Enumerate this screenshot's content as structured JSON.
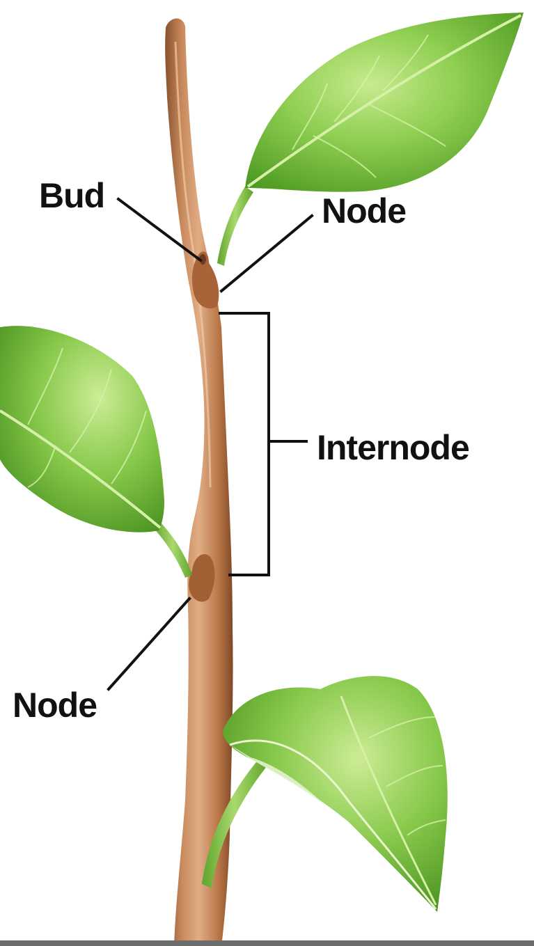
{
  "labels": {
    "bud": "Bud",
    "node_upper": "Node",
    "internode": "Internode",
    "node_lower": "Node"
  },
  "colors": {
    "background": "#ffffff",
    "label_text": "#111111",
    "leader_line": "#111111",
    "stem_light": "#d9a27a",
    "stem_mid": "#b77445",
    "stem_dark": "#8a5230",
    "leaf_light": "#b9e07a",
    "leaf_mid": "#7cc241",
    "leaf_dark": "#4f9a22",
    "leaf_vein": "#d6f0a8",
    "bottom_bar": "#6d6d6d"
  },
  "icons": [
    "plant-stem",
    "leaf",
    "bud",
    "node",
    "bracket"
  ]
}
